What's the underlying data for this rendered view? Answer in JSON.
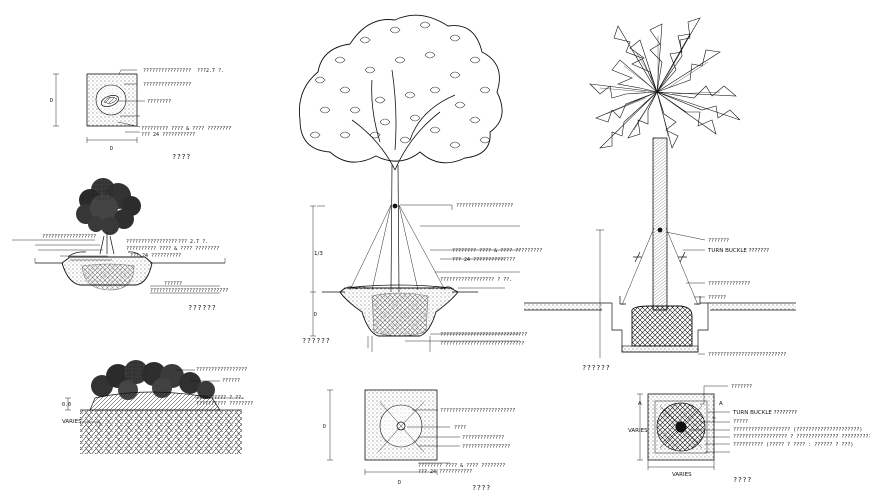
{
  "detail_1": {
    "notes": [
      "????????????????",
      "???2.7 ?.",
      "????????????????",
      "????????",
      "????????? ???? & ???? ????????",
      "??? 24 ???????????"
    ],
    "dim_side": "D",
    "dim_bottom": "D",
    "caption": "????"
  },
  "detail_2": {
    "notes": [
      "??????????????????",
      "?????????????????",
      "??? 2.7 ?.",
      "?????????? ???? & ???? ????????",
      "??? 24 ??????????",
      "??????",
      "??????????????????????????"
    ],
    "caption": "??????"
  },
  "detail_3": {
    "notes": [
      "?????????????????",
      "??????",
      "?????????? ? ??.",
      "?????????? ????????"
    ],
    "dim_depth": "0.0",
    "dim_varies": "VARIES",
    "caption": ""
  },
  "detail_4": {
    "notes": [
      "???????????????????",
      "???????? ???? & ???? ?????????",
      "??? 24 ??????????????",
      "?????????????????? ? ??.",
      "?????????????????????????????",
      "????????????????????????????"
    ],
    "dim_ratio": "1/3",
    "dim_depth": "D",
    "caption": "??????"
  },
  "detail_5": {
    "notes": [
      "?????????????????????????",
      "????",
      "??????????????",
      "????????????????",
      "???????? ???? & ???? ????????",
      "??? 24 ???????????"
    ],
    "dim_side": "D",
    "dim_bottom": "D",
    "caption": "????"
  },
  "detail_6": {
    "notes": [
      "???????",
      "TURN BUCKLE ???????",
      "??????????????",
      "??????",
      "??????????????????????????"
    ],
    "caption": "??????"
  },
  "detail_7": {
    "notes": [
      "???????",
      "TURN BUCKLE ????????",
      "?????",
      "??????????????????? (?????????????????????)",
      "?????????????????? ? ?????????????? ????????????",
      "?????????? (????? ? ???? : ?????? ? ???)"
    ],
    "dim_a": "A",
    "dim_varies_side": "VARIES",
    "dim_varies_bottom": "VARIES",
    "caption": "????"
  }
}
